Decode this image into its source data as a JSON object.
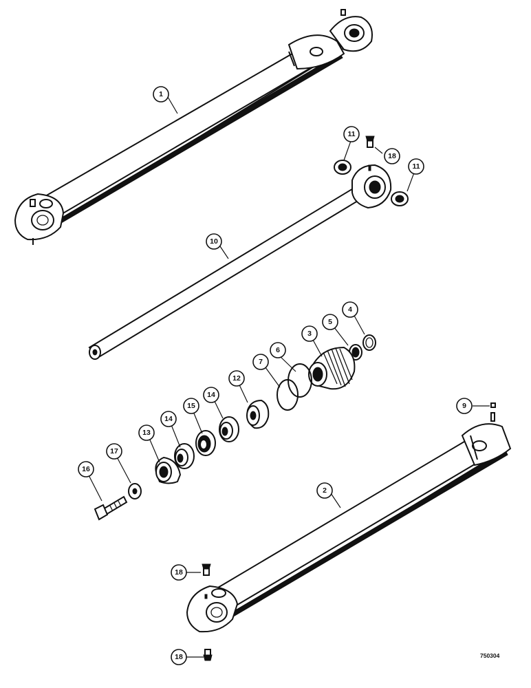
{
  "diagram": {
    "figure_id": "750304",
    "parts": [
      {
        "id": "part-1",
        "label": "1"
      },
      {
        "id": "part-2",
        "label": "2"
      },
      {
        "id": "part-3",
        "label": "3"
      },
      {
        "id": "part-4",
        "label": "4"
      },
      {
        "id": "part-5",
        "label": "5"
      },
      {
        "id": "part-6",
        "label": "6"
      },
      {
        "id": "part-7",
        "label": "7"
      },
      {
        "id": "part-9",
        "label": "9"
      },
      {
        "id": "part-10",
        "label": "10"
      },
      {
        "id": "part-11a",
        "label": "11"
      },
      {
        "id": "part-11b",
        "label": "11"
      },
      {
        "id": "part-12",
        "label": "12"
      },
      {
        "id": "part-13",
        "label": "13"
      },
      {
        "id": "part-14a",
        "label": "14"
      },
      {
        "id": "part-14b",
        "label": "14"
      },
      {
        "id": "part-15",
        "label": "15"
      },
      {
        "id": "part-16",
        "label": "16"
      },
      {
        "id": "part-17",
        "label": "17"
      },
      {
        "id": "part-18a",
        "label": "18"
      },
      {
        "id": "part-18b",
        "label": "18"
      },
      {
        "id": "part-18c",
        "label": "18"
      }
    ]
  }
}
